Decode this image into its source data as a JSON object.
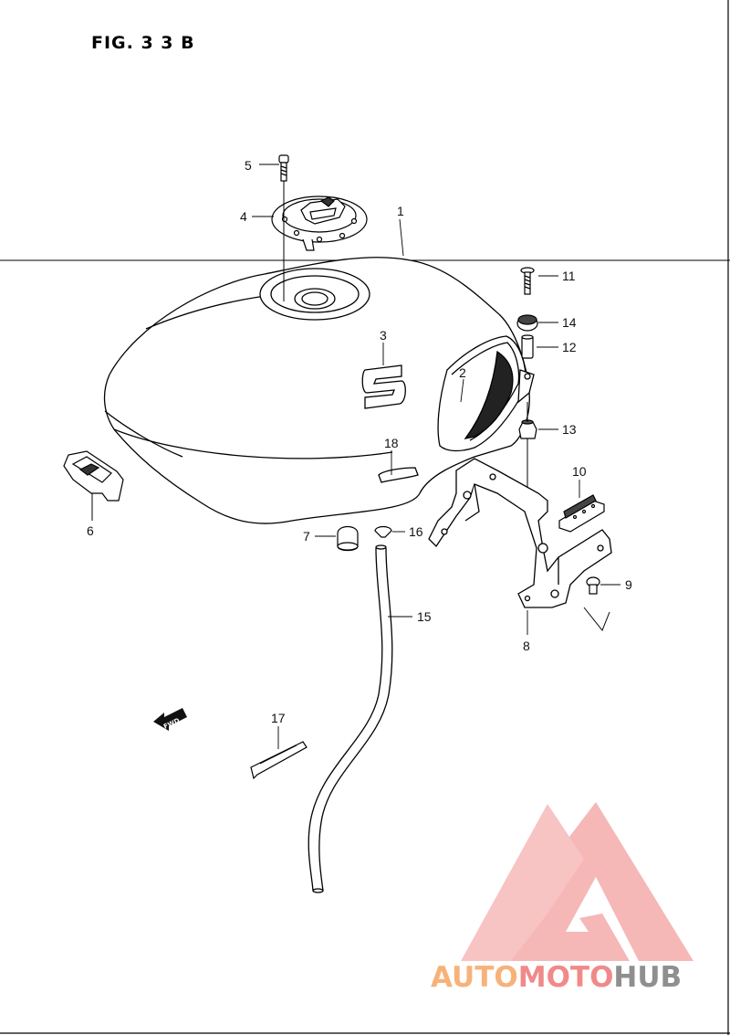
{
  "figure": {
    "title": "FIG. 3 3 B"
  },
  "fwd_arrow": {
    "label": "FWD"
  },
  "callouts": [
    {
      "id": "1",
      "label": "1"
    },
    {
      "id": "2",
      "label": "2"
    },
    {
      "id": "3",
      "label": "3"
    },
    {
      "id": "4",
      "label": "4"
    },
    {
      "id": "5",
      "label": "5"
    },
    {
      "id": "6",
      "label": "6"
    },
    {
      "id": "7",
      "label": "7"
    },
    {
      "id": "8",
      "label": "8"
    },
    {
      "id": "9",
      "label": "9"
    },
    {
      "id": "10",
      "label": "10"
    },
    {
      "id": "11",
      "label": "11"
    },
    {
      "id": "12",
      "label": "12"
    },
    {
      "id": "13",
      "label": "13"
    },
    {
      "id": "14",
      "label": "14"
    },
    {
      "id": "15",
      "label": "15"
    },
    {
      "id": "16",
      "label": "16"
    },
    {
      "id": "17",
      "label": "17"
    },
    {
      "id": "18",
      "label": "18"
    }
  ],
  "watermark": {
    "part_a": "AUTO",
    "part_b": "MOTO",
    "part_c": "HUB",
    "colors": {
      "a": "#f7b27a",
      "b": "#f08a8a",
      "c": "#8f8f8f",
      "triangle": "#f4a0a0"
    }
  }
}
